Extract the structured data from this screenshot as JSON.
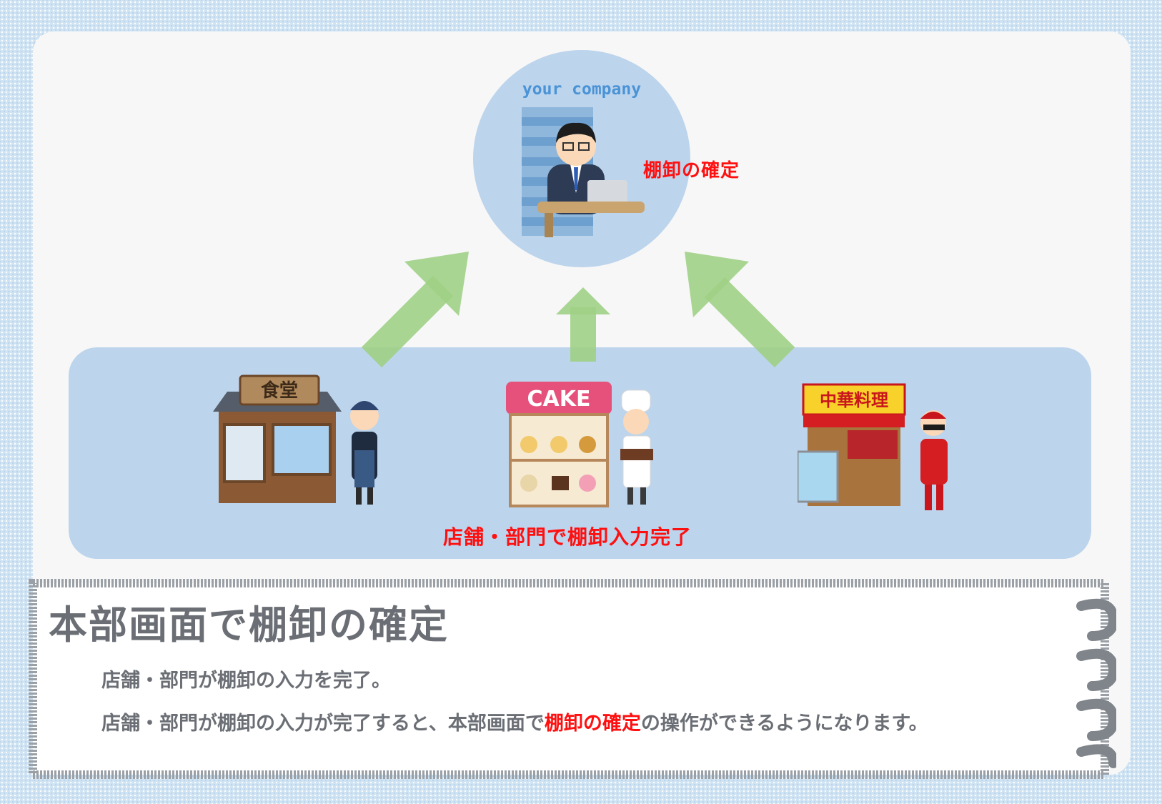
{
  "hq": {
    "company_label": "your company",
    "action_label": "棚卸の確定"
  },
  "stores": {
    "items": [
      {
        "sign": "食堂"
      },
      {
        "sign": "CAKE"
      },
      {
        "sign": "中華料理"
      }
    ],
    "caption": "店舗・部門で棚卸入力完了"
  },
  "note": {
    "title": "本部画面で棚卸の確定",
    "line1": "店舗・部門が棚卸の入力を完了。",
    "line2_part1": "店舗・部門が棚卸の入力が完了すると、本部画面で",
    "line2_highlight": "棚卸の確定",
    "line2_part2": "の操作ができるようになります。"
  },
  "colors": {
    "accent_red": "#ff1010",
    "arrow_green": "#9fd085",
    "circle_blue": "#bcd4ec",
    "text_gray": "#6b6f75"
  }
}
